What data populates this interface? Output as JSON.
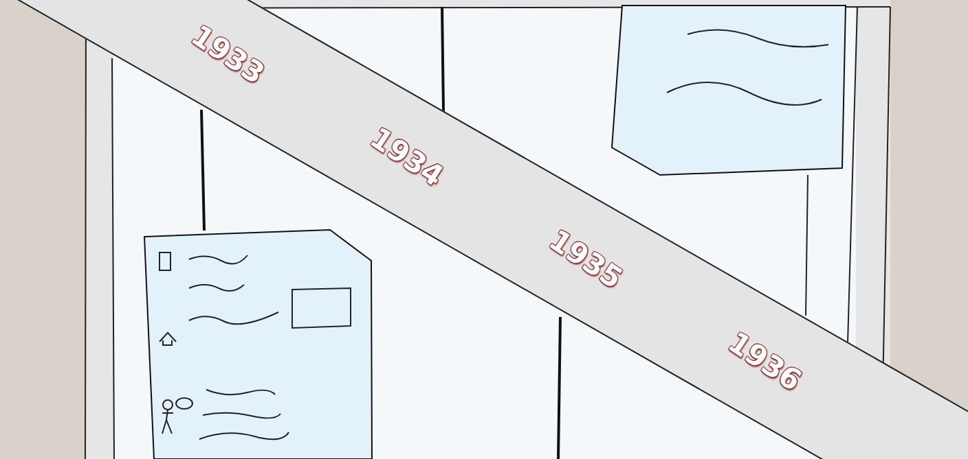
{
  "diagram": {
    "nodes": [
      {
        "text": [
          "1933",
          "1934",
          "1935",
          "1936"
        ]
      }
    ]
  }
}
